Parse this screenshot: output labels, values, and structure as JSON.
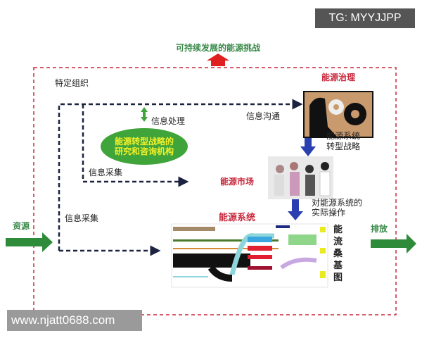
{
  "watermark_top": "TG: MYYJJPP",
  "watermark_bottom": "www.njatt0688.com",
  "title": "可持续发展的能源挑战",
  "org_label": "特定组织",
  "info_processing": "信息处理",
  "think_tank": "能源转型战略的研究和咨询机构",
  "info_collect_1": "信息采集",
  "info_collect_2": "信息采集",
  "info_comm": "信息沟通",
  "governance": "能源治理",
  "strategy": "能源系统转型战略",
  "market": "能源市场",
  "operation": "对能源系统的实际操作",
  "energy_system": "能源系统",
  "sankey_label": "能流桑基图",
  "resources": "资源",
  "emissions": "排放",
  "colors": {
    "frame": "#c8283c",
    "arrow_green": "#2e8b3a",
    "arrow_blue": "#2a3fb0",
    "arrow_red": "#e02020",
    "dashed_line": "#1c2340"
  }
}
